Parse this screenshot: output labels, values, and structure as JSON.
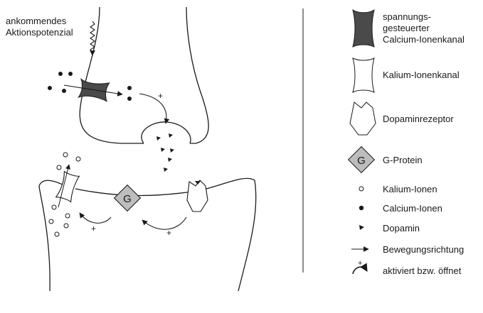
{
  "annotation": {
    "line1": "ankommendes",
    "line2": "Aktionspotenzial"
  },
  "diagram": {
    "g_protein_letter": "G",
    "plus_sign": "+"
  },
  "legend": {
    "calcium_channel": {
      "line1": "spannungs-",
      "line2": "gesteuerter",
      "line3": "Calcium-Ionenkanal"
    },
    "potassium_channel": "Kalium-Ionenkanal",
    "dopamine_receptor": "Dopaminrezeptor",
    "g_protein": "G-Protein",
    "g_protein_letter": "G",
    "potassium_ions": "Kalium-Ionen",
    "calcium_ions": "Calcium-Ionen",
    "dopamine": "Dopamin",
    "movement_direction": "Bewegungsrichtung",
    "activates": "aktiviert bzw. öffnet",
    "activates_plus": "+"
  },
  "colors": {
    "line": "#1a1a1a",
    "channel_dark": "#4a4a4a",
    "g_protein_fill": "#bdbdbd",
    "white": "#ffffff"
  }
}
